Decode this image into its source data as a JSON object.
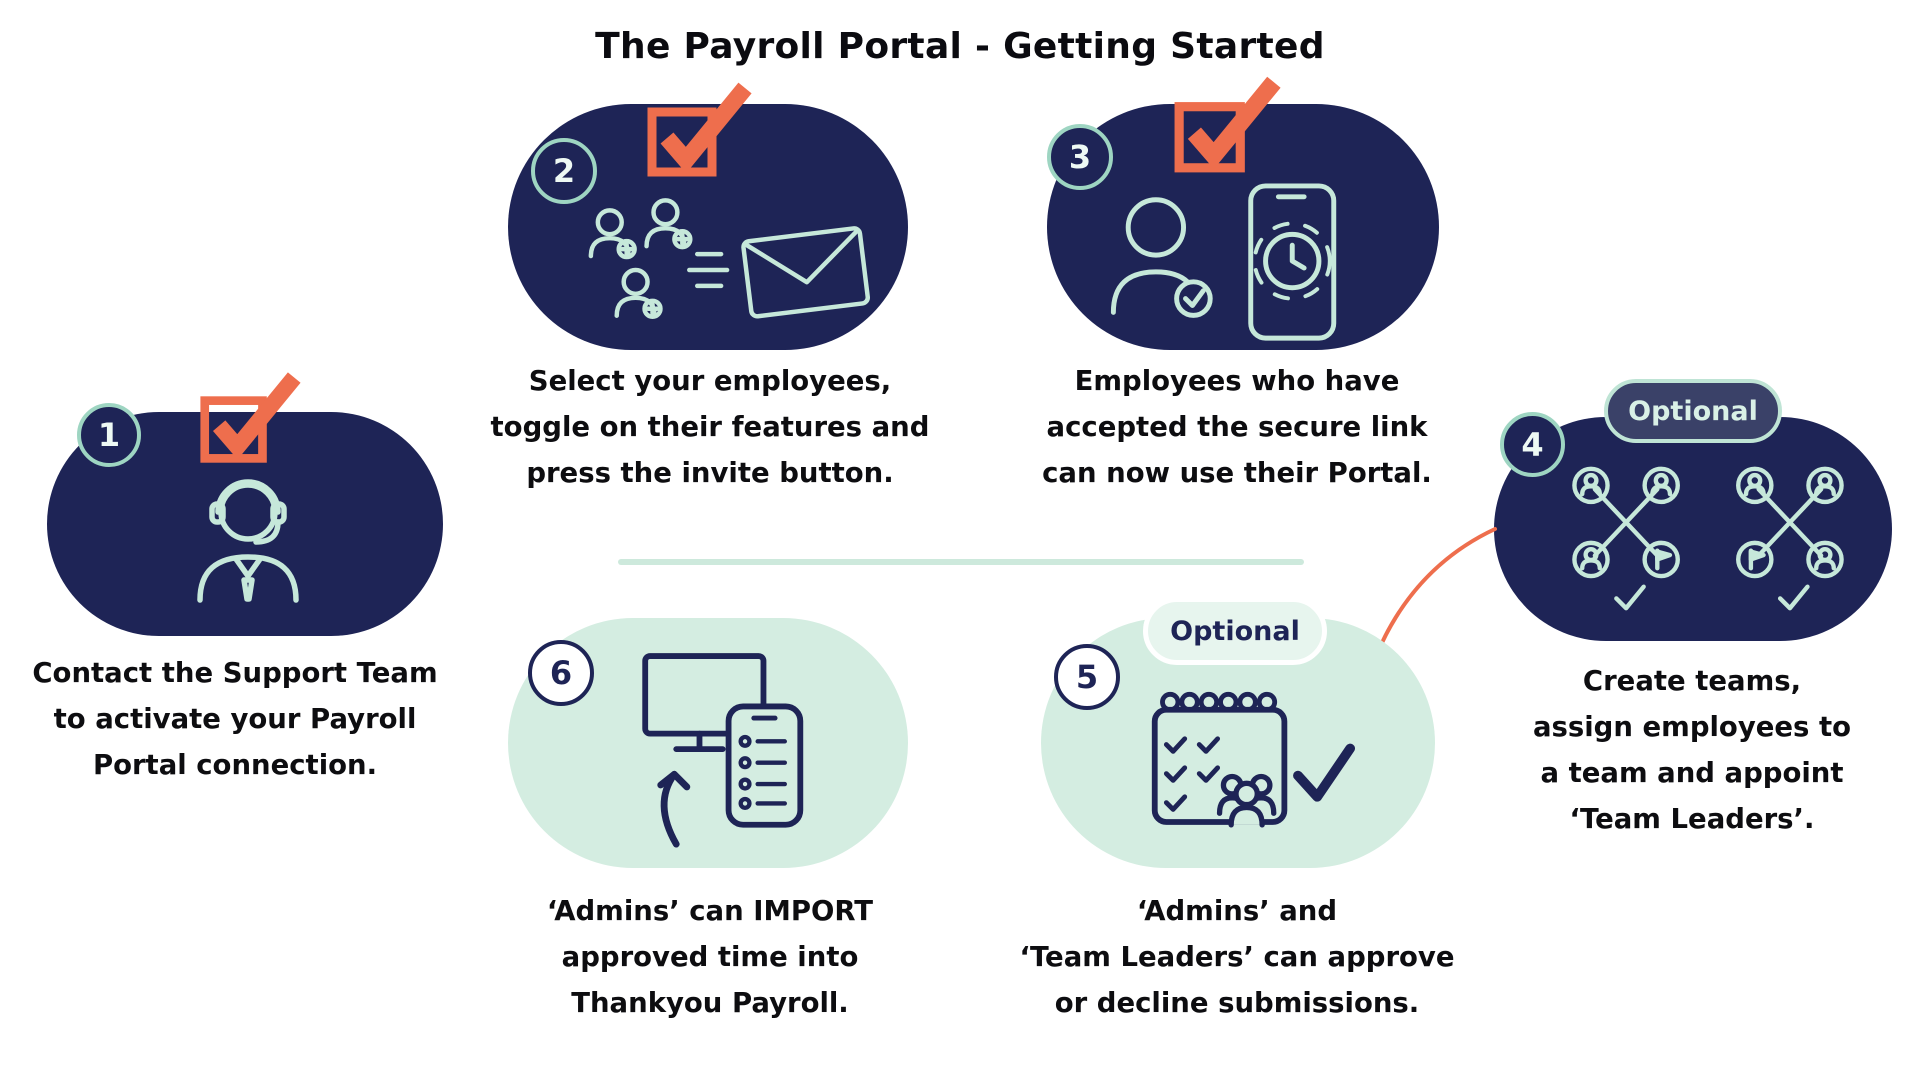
{
  "title": "The Payroll Portal - Getting Started",
  "colors": {
    "navy": "#1e2456",
    "mint_blob": "#d4ede1",
    "mint_stroke": "#c6e8da",
    "orange": "#ee6e4d",
    "text": "#0d0d10"
  },
  "icons": [
    "checkbox-checked-icon",
    "support-agent-icon",
    "employees-invite-icon",
    "employee-accepted-phone-icon",
    "team-clusters-icon",
    "approval-calendar-icon",
    "import-devices-icon",
    "curved-arrow-icon"
  ],
  "steps": [
    {
      "number": "1",
      "lines": [
        "Contact the Support Team",
        "to activate your Payroll",
        "Portal connection."
      ]
    },
    {
      "number": "2",
      "lines": [
        "Select your employees,",
        "toggle on their features and",
        "press the invite button."
      ]
    },
    {
      "number": "3",
      "lines": [
        "Employees who have",
        "accepted the secure link",
        "can now use their Portal."
      ]
    },
    {
      "number": "4",
      "badge": "Optional",
      "lines": [
        "Create teams,",
        "assign employees to",
        "a team and appoint",
        "‘Team Leaders’."
      ]
    },
    {
      "number": "5",
      "badge": "Optional",
      "lines": [
        "‘Admins’ and",
        "‘Team Leaders’ can approve",
        "or decline submissions."
      ]
    },
    {
      "number": "6",
      "lines": [
        "‘Admins’ can IMPORT",
        "approved time into",
        "Thankyou Payroll."
      ]
    }
  ]
}
